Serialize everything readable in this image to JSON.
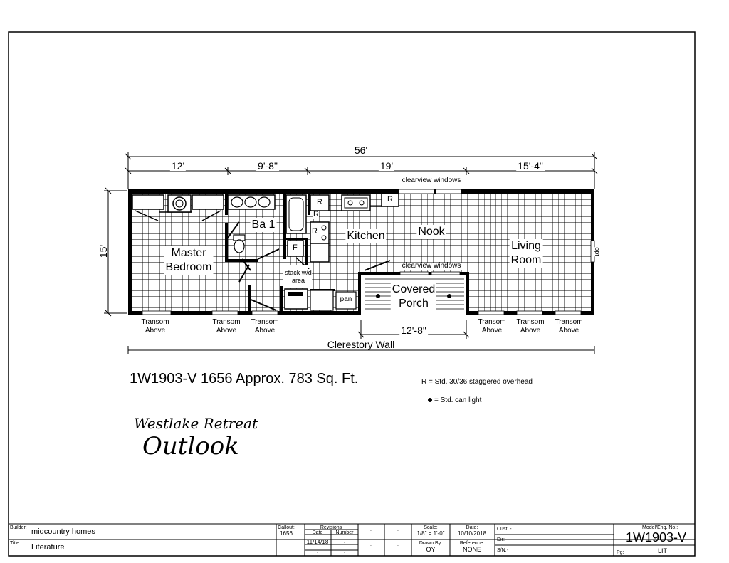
{
  "dimensions": {
    "overall": "56'",
    "segments": [
      "12'",
      "9'-8\"",
      "19'",
      "15'-4\""
    ],
    "depth": "15'",
    "porch_width": "12'-8\"",
    "clerestory": "Clerestory Wall"
  },
  "windows": {
    "top": "clearview windows",
    "middle": "clearview windows",
    "transoms": [
      [
        "Transom",
        "Above"
      ],
      [
        "Transom",
        "Above"
      ],
      [
        "Transom",
        "Above"
      ],
      [
        "Transom",
        "Above"
      ],
      [
        "Transom",
        "Above"
      ],
      [
        "Transom",
        "Above"
      ]
    ]
  },
  "rooms": {
    "master": [
      "Master",
      "Bedroom"
    ],
    "bath": "Ba 1",
    "kitchen": "Kitchen",
    "nook": "Nook",
    "living": [
      "Living",
      "Room"
    ],
    "porch": [
      "Covered",
      "Porch"
    ],
    "stack": [
      "stack w/d",
      "area"
    ],
    "pan": "pan",
    "opt": "opt"
  },
  "fixtures": {
    "range": "R",
    "fridge": "R",
    "overhead1": "R",
    "overhead2": "R",
    "furnace": "F"
  },
  "model_line": "1W1903-V 1656  Approx. 783 Sq. Ft.",
  "legend": {
    "r_note": "R = Std. 30/36 staggered overhead",
    "light_note": "= Std. can light"
  },
  "series": "Westlake Retreat",
  "model_name": "Outlook",
  "title_block": {
    "builder_label": "Builder:",
    "builder": "midcountry homes",
    "title_label": "Title:",
    "title": "Literature",
    "callout_label": "Callout:",
    "callout": "1656",
    "revisions_label": "Revisions",
    "date_label": "Date",
    "number_label": "Number",
    "rev_date": "11/14/18",
    "dot": ".",
    "scale_label": "Scale:",
    "scale": "1/8\" = 1'-0\"",
    "date2_label": "Date:",
    "date": "10/10/2018",
    "drawn_label": "Drawn By:",
    "drawn": "OY",
    "reference_label": "Reference:",
    "reference": "NONE",
    "cust_label": "Cust: -",
    "dir_label": "Dir:",
    "dir": "-",
    "sn_label": "S/N:",
    "sn": "-",
    "model_label": "Model/Eng. No.:",
    "model_no": "1W1903-V",
    "pg_label": "Pg:",
    "pg": "LIT"
  }
}
